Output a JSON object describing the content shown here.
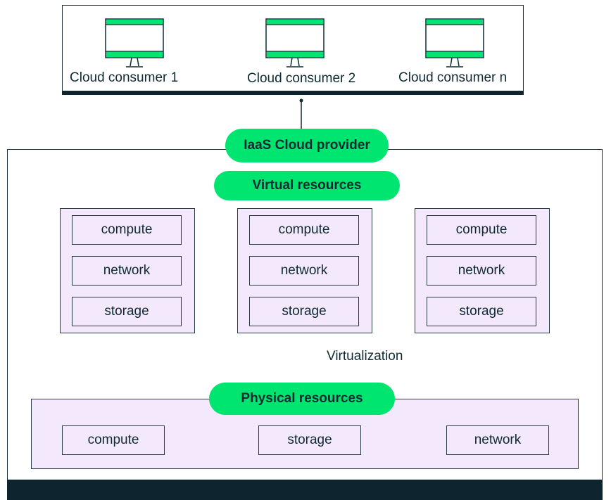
{
  "consumers": [
    {
      "label": "Cloud consumer 1"
    },
    {
      "label": "Cloud consumer 2"
    },
    {
      "label": "Cloud consumer n"
    }
  ],
  "provider": {
    "label": "IaaS Cloud provider"
  },
  "virtual": {
    "label": "Virtual resources",
    "groups": [
      {
        "compute": "compute",
        "network": "network",
        "storage": "storage"
      },
      {
        "compute": "compute",
        "network": "network",
        "storage": "storage"
      },
      {
        "compute": "compute",
        "network": "network",
        "storage": "storage"
      }
    ]
  },
  "virtualization": {
    "label": "Virtualization"
  },
  "physical": {
    "label": "Physical resources",
    "items": [
      "compute",
      "storage",
      "network"
    ]
  },
  "colors": {
    "accent_green": "#00e56f",
    "resource_fill": "#f4e9fc",
    "dark_navy": "#0e2530"
  },
  "icons": {
    "consumer": "monitor-icon"
  }
}
